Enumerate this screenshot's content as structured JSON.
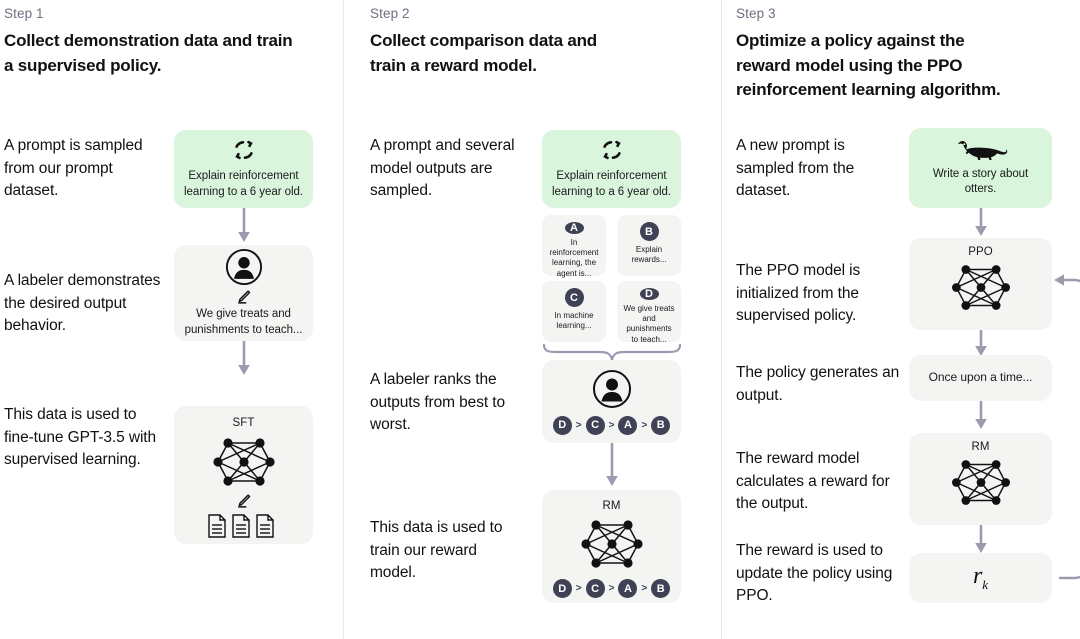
{
  "diagram": {
    "title": "RLHF three step process",
    "accent_green": "#d9f6dd",
    "box_grey": "#f4f4f2",
    "badge_navy": "#3f4154",
    "arrow_color": "#9b9bb0",
    "divider_color": "#e8e8e8"
  },
  "columns": [
    {
      "step_label": "Step 1",
      "step_title": "Collect demonstration data and train a supervised policy.",
      "descriptions": [
        "A prompt is sampled from our prompt dataset.",
        "A labeler demonstrates the desired output behavior.",
        "This data is used to fine-tune GPT-3.5 with supervised learning."
      ],
      "boxes": {
        "prompt": {
          "icon": "refresh-circle-icon",
          "text": "Explain reinforcement learning to a 6 year old."
        },
        "labeler": {
          "icon": "person-circle-icon",
          "sub_icon": "pencil-icon",
          "text": "We give treats and punishments to teach..."
        },
        "sft": {
          "title": "SFT",
          "icon": "neural-network-icon",
          "sub_icon": "pencil-icon",
          "docs_icon": "documents-icon"
        }
      }
    },
    {
      "step_label": "Step 2",
      "step_title": "Collect comparison data and train a reward model.",
      "descriptions": [
        "A prompt and several model outputs are sampled.",
        "A labeler ranks the outputs from best to worst.",
        "This data is used to train our reward model."
      ],
      "boxes": {
        "prompt": {
          "icon": "refresh-circle-icon",
          "text": "Explain reinforcement learning to a 6 year old."
        },
        "options": [
          {
            "letter": "A",
            "text": "In reinforcement learning, the agent is..."
          },
          {
            "letter": "B",
            "text": "Explain rewards..."
          },
          {
            "letter": "C",
            "text": "In machine learning..."
          },
          {
            "letter": "D",
            "text": "We give treats and punishments to teach..."
          }
        ],
        "ranker": {
          "icon": "person-circle-icon",
          "ranking": [
            "D",
            "C",
            "A",
            "B"
          ],
          "separator": ">"
        },
        "rm": {
          "title": "RM",
          "icon": "neural-network-icon",
          "ranking": [
            "D",
            "C",
            "A",
            "B"
          ],
          "separator": ">"
        }
      }
    },
    {
      "step_label": "Step 3",
      "step_title": "Optimize a policy against the reward model using the PPO reinforcement learning algorithm.",
      "descriptions": [
        "A new prompt is sampled from the dataset.",
        "The PPO model is initialized from the supervised policy.",
        "The policy generates an output.",
        "The reward model calculates a reward for the output.",
        "The reward is used to update the policy using PPO."
      ],
      "boxes": {
        "prompt": {
          "icon": "otter-icon",
          "text": "Write a story about otters."
        },
        "ppo": {
          "title": "PPO",
          "icon": "neural-network-icon"
        },
        "output": {
          "text": "Once upon a time..."
        },
        "rm": {
          "title": "RM",
          "icon": "neural-network-icon"
        },
        "reward": {
          "symbol": "r",
          "subscript": "k"
        }
      }
    }
  ]
}
